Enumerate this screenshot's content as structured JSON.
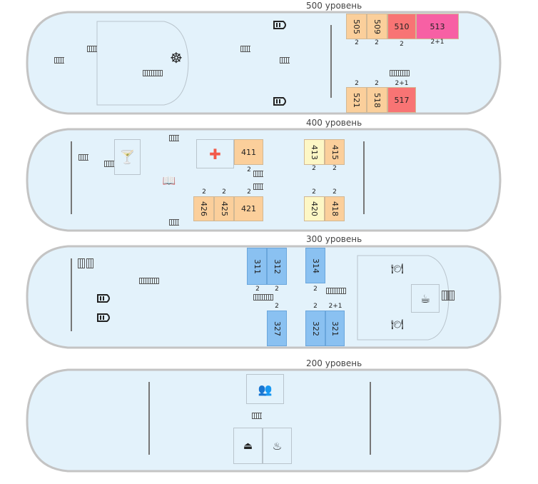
{
  "decks": [
    {
      "id": "deck-500",
      "label": "500 уровень",
      "cabins": [
        {
          "num": "505",
          "cap": "2",
          "color": "orange"
        },
        {
          "num": "509",
          "cap": "2",
          "color": "orange"
        },
        {
          "num": "510",
          "cap": "2",
          "color": "red"
        },
        {
          "num": "513",
          "cap": "2+1",
          "color": "pink"
        },
        {
          "num": "521",
          "cap": "2",
          "color": "orange"
        },
        {
          "num": "518",
          "cap": "2",
          "color": "orange"
        },
        {
          "num": "517",
          "cap": "2+1",
          "color": "red"
        }
      ]
    },
    {
      "id": "deck-400",
      "label": "400 уровень",
      "cabins": [
        {
          "num": "411",
          "cap": "2",
          "color": "orange"
        },
        {
          "num": "413",
          "cap": "2",
          "color": "yellow"
        },
        {
          "num": "415",
          "cap": "2",
          "color": "orange"
        },
        {
          "num": "426",
          "cap": "2",
          "color": "orange"
        },
        {
          "num": "425",
          "cap": "2",
          "color": "orange"
        },
        {
          "num": "421",
          "cap": "2",
          "color": "orange"
        },
        {
          "num": "420",
          "cap": "2",
          "color": "yellow"
        },
        {
          "num": "418",
          "cap": "2",
          "color": "orange"
        }
      ]
    },
    {
      "id": "deck-300",
      "label": "300 уровень",
      "cabins": [
        {
          "num": "311",
          "cap": "2",
          "color": "blue"
        },
        {
          "num": "312",
          "cap": "2",
          "color": "blue"
        },
        {
          "num": "314",
          "cap": "2",
          "color": "blue"
        },
        {
          "num": "327",
          "cap": "2",
          "color": "blue"
        },
        {
          "num": "322",
          "cap": "2",
          "color": "blue"
        },
        {
          "num": "321",
          "cap": "2+1",
          "color": "blue"
        }
      ]
    },
    {
      "id": "deck-200",
      "label": "200 уровень",
      "cabins": []
    }
  ],
  "colors": {
    "hull_fill": "#e3f2fb",
    "hull_stroke": "#c4c4c4",
    "orange": "#fbcf9b",
    "yellow": "#fdf7c5",
    "red": "#f87474",
    "pink": "#f760a4",
    "blue": "#8ac1f1",
    "medical_cross": "#f25a4a"
  },
  "icons": {
    "wheel": "ship-wheel-icon",
    "lifeboat": "lifeboat-icon",
    "stairs": "stairs-icon",
    "bar": "cocktail-icon",
    "medical": "medical-cross-icon",
    "library": "library-icon",
    "restaurant": "restaurant-icon",
    "cafe": "cafe-icon",
    "conference": "conference-icon",
    "laundry": "iron-icon",
    "sauna": "sauna-icon"
  }
}
